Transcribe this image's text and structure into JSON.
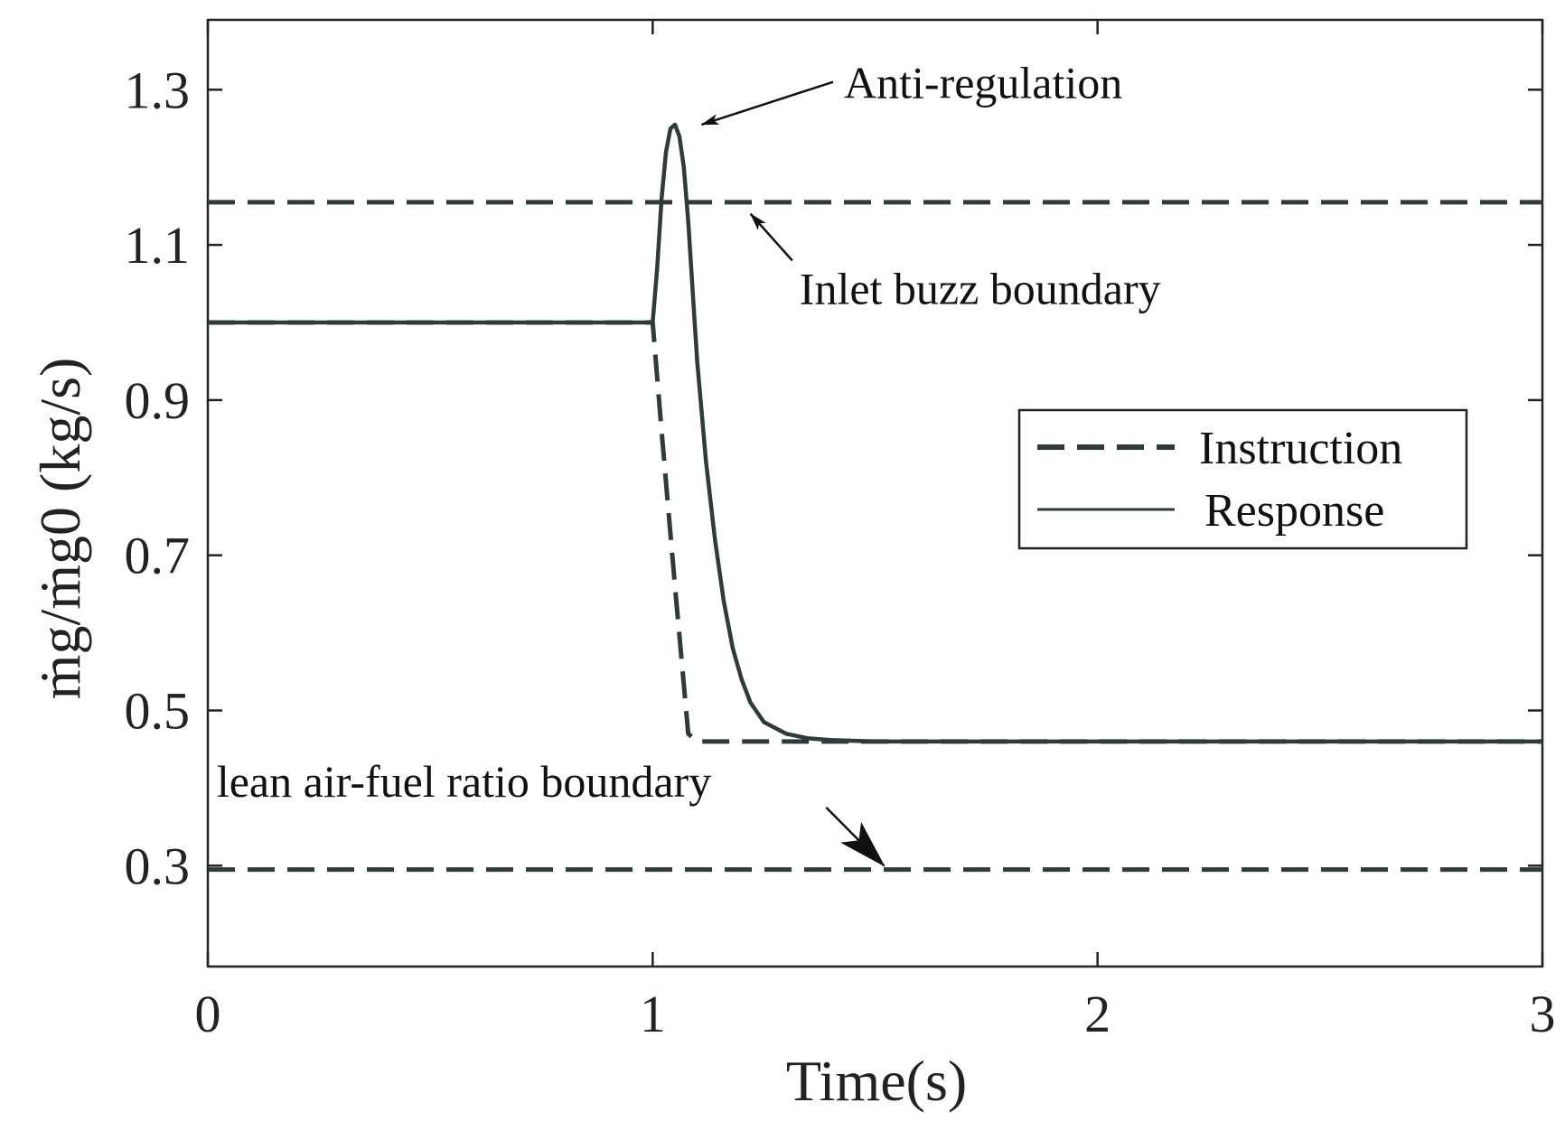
{
  "chart_data": {
    "type": "line",
    "xlabel": "Time(s)",
    "ylabel": "ṁg/ṁg0 (kg/s)",
    "xlim": [
      0,
      3
    ],
    "ylim": [
      0.17,
      1.39
    ],
    "xticks": [
      0,
      1,
      2,
      3
    ],
    "xtick_labels": [
      "0",
      "1",
      "2",
      "3"
    ],
    "yticks": [
      0.3,
      0.5,
      0.7,
      0.9,
      1.1,
      1.3
    ],
    "ytick_labels": [
      "0.3",
      "0.5",
      "0.7",
      "0.9",
      "1.1",
      "1.3"
    ],
    "grid": false,
    "legend_position": "middle-right",
    "series": [
      {
        "name": "Instruction",
        "style": "dashed",
        "color": "#2f3b3b",
        "x": [
          0,
          1.0,
          1.02,
          1.05,
          1.08,
          1.1,
          1.3,
          1.6,
          2.0,
          2.5,
          3.0
        ],
        "y": [
          1.0,
          1.0,
          0.86,
          0.66,
          0.47,
          0.46,
          0.46,
          0.46,
          0.46,
          0.46,
          0.46
        ]
      },
      {
        "name": "Response",
        "style": "solid",
        "color": "#2f3b3b",
        "x": [
          0,
          1.0,
          1.01,
          1.02,
          1.03,
          1.04,
          1.05,
          1.06,
          1.07,
          1.08,
          1.09,
          1.1,
          1.12,
          1.14,
          1.16,
          1.18,
          1.2,
          1.22,
          1.25,
          1.3,
          1.35,
          1.4,
          1.5,
          1.6,
          1.8,
          2.0,
          2.5,
          3.0
        ],
        "y": [
          1.0,
          1.0,
          1.07,
          1.16,
          1.22,
          1.25,
          1.255,
          1.24,
          1.2,
          1.13,
          1.04,
          0.95,
          0.82,
          0.72,
          0.64,
          0.58,
          0.54,
          0.51,
          0.485,
          0.47,
          0.464,
          0.462,
          0.46,
          0.46,
          0.46,
          0.46,
          0.46,
          0.46
        ]
      }
    ],
    "reference_lines": [
      {
        "name": "Inlet buzz boundary",
        "y": 1.155,
        "style": "dashed"
      },
      {
        "name": "lean air-fuel ratio boundary",
        "y": 0.295,
        "style": "dashed"
      }
    ],
    "annotations": [
      {
        "text": "Anti-regulation",
        "text_x": 1.43,
        "text_y": 1.31,
        "arrow_to_x": 1.11,
        "arrow_to_y": 1.255
      },
      {
        "text": "Inlet buzz boundary",
        "text_x": 1.33,
        "text_y": 1.045,
        "arrow_to_x": 1.22,
        "arrow_to_y": 1.14
      },
      {
        "text": "lean air-fuel ratio boundary",
        "text_x": 0.02,
        "text_y": 0.41,
        "arrow_to_x": 1.52,
        "arrow_to_y": 0.3
      }
    ]
  },
  "legend": {
    "instruction_label": "Instruction",
    "response_label": "Response"
  }
}
